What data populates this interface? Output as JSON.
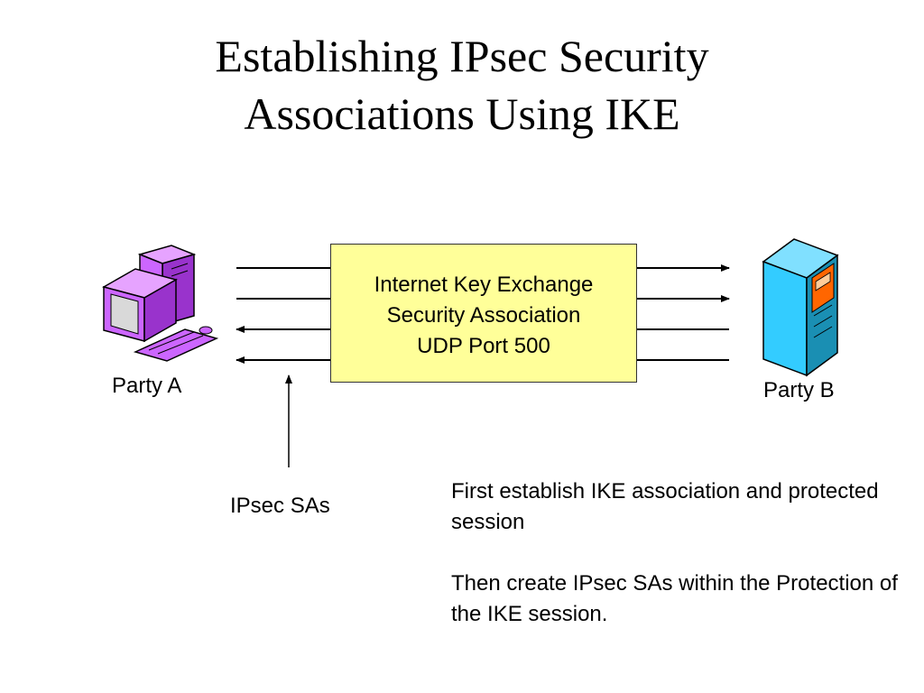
{
  "title": {
    "line1": "Establishing IPsec Security",
    "line2": "Associations Using IKE"
  },
  "ike_box": {
    "line1": "Internet Key Exchange",
    "line2": "Security Association",
    "line3": "UDP Port 500"
  },
  "party_a": {
    "label": "Party A",
    "icon": "desktop-computer-icon"
  },
  "party_b": {
    "label": "Party B",
    "icon": "server-tower-icon"
  },
  "ipsec_label": "IPsec SAs",
  "notes": {
    "para1": "First establish IKE association and protected session",
    "para2": "Then create IPsec SAs within the Protection of the IKE session."
  },
  "colors": {
    "box_fill": "#ffff99",
    "computer": "#cc66ff",
    "server": "#33ccff",
    "server_panel": "#ff6600"
  }
}
